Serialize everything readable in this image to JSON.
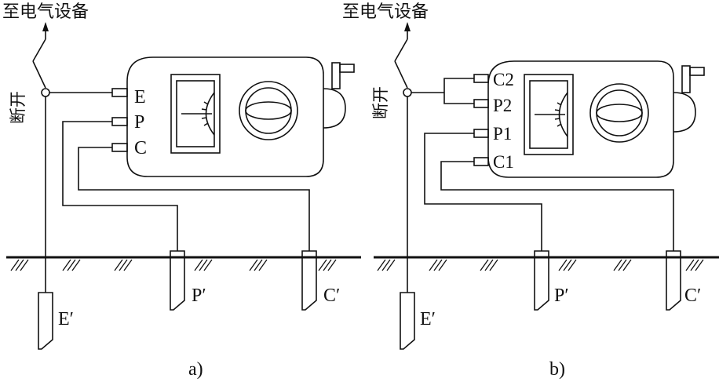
{
  "panel_a": {
    "supply_label": "至电气设备",
    "switch_label": "断开",
    "terminals": [
      "E",
      "P",
      "C"
    ],
    "electrodes": [
      "E′",
      "P′",
      "C′"
    ],
    "caption": "a)"
  },
  "panel_b": {
    "supply_label": "至电气设备",
    "switch_label": "断开",
    "terminals": [
      "C2",
      "P2",
      "P1",
      "C1"
    ],
    "electrodes": [
      "E′",
      "P′",
      "C′"
    ],
    "caption": "b)"
  }
}
